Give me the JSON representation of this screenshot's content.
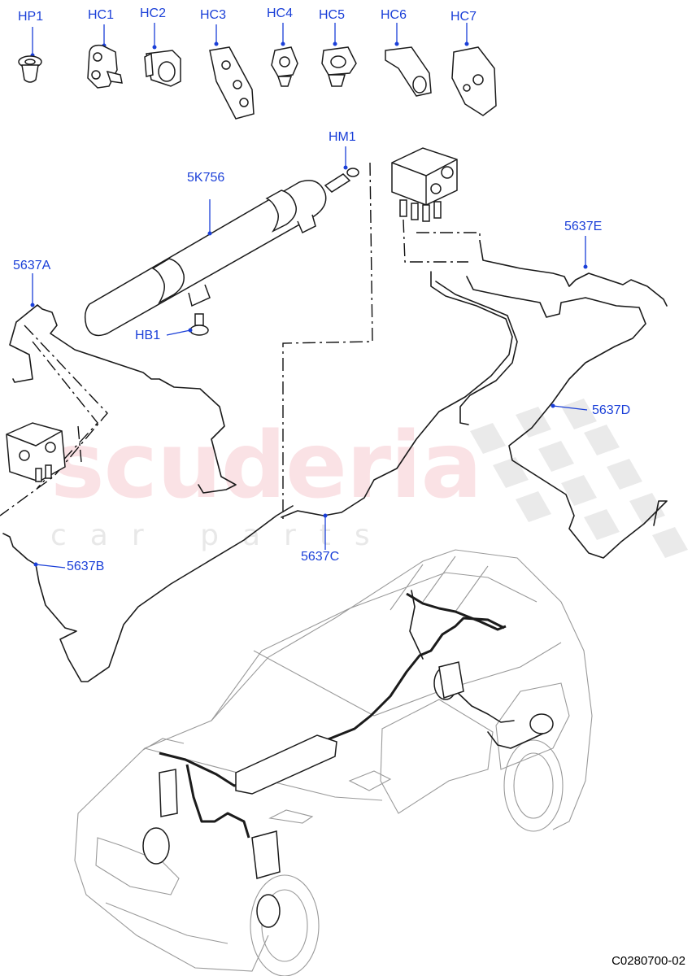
{
  "diagram": {
    "diagram_code": "C0280700-02",
    "watermark": {
      "brand": "scuderia",
      "tagline": "car parts"
    },
    "labels": {
      "HP1": "HP1",
      "HC1": "HC1",
      "HC2": "HC2",
      "HC3": "HC3",
      "HC4": "HC4",
      "HC5": "HC5",
      "HC6": "HC6",
      "HC7": "HC7",
      "HM1": "HM1",
      "5K756": "5K756",
      "HB1": "HB1",
      "5637A": "5637A",
      "5637B": "5637B",
      "5637C": "5637C",
      "5637D": "5637D",
      "5637E": "5637E"
    }
  },
  "colors": {
    "label": "#1a3fd8",
    "line": "#1b1b1b",
    "car": "#9a9a9a",
    "watermark": "#ec96a0"
  }
}
